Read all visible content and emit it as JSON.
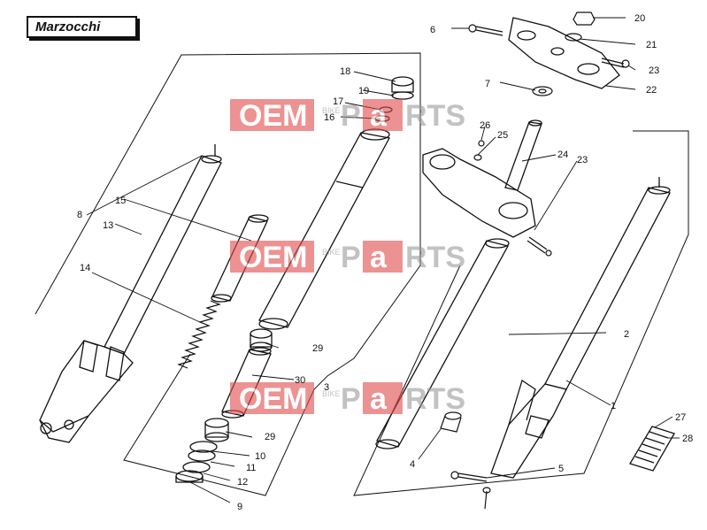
{
  "brand": {
    "label": "Marzocchi"
  },
  "watermark": {
    "oem": "OEM",
    "bike": "BIKE",
    "parts_p": "P",
    "parts_a": "a",
    "parts_rts": "RTS"
  },
  "colors": {
    "line": "#111111",
    "watermark_red": "#e14b4b",
    "watermark_grey": "#9a9a9a"
  },
  "callouts": [
    "1",
    "2",
    "3",
    "4",
    "5",
    "6",
    "7",
    "8",
    "9",
    "10",
    "11",
    "12",
    "13",
    "14",
    "15",
    "16",
    "17",
    "18",
    "19",
    "20",
    "21",
    "22",
    "23",
    "23",
    "24",
    "25",
    "26",
    "27",
    "28",
    "29",
    "29",
    "30"
  ]
}
